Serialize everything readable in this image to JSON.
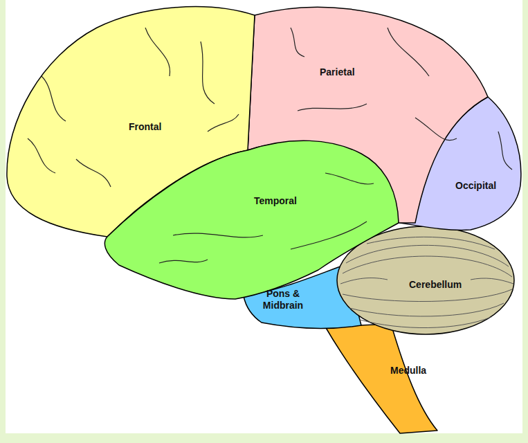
{
  "diagram": {
    "labels": [
      "Frontal",
      "Parietal",
      "Temporal",
      "Occipital",
      "Cerebellum",
      "Pons & Midbrain",
      "Medulla"
    ]
  }
}
